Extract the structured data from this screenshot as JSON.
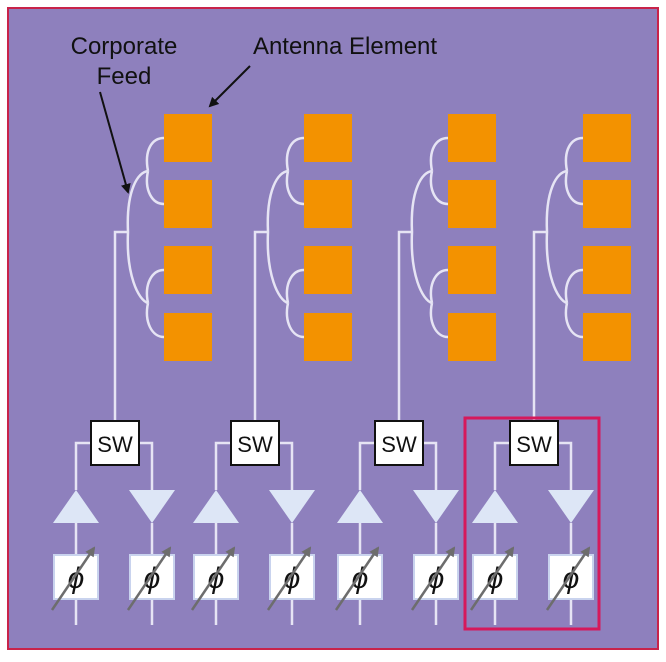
{
  "labels": {
    "corporate_feed_line1": "Corporate",
    "corporate_feed_line2": "Feed",
    "antenna_element": "Antenna Element",
    "switch": "SW",
    "phase_shifter": "ϕ"
  },
  "colors": {
    "background": "#8e80bd",
    "border": "#c8234a",
    "antenna": "#f39200",
    "feed_line": "#e6e4f4",
    "amplifier": "#dde6f6",
    "switch_fill": "#ffffff",
    "switch_stroke": "#111111",
    "highlight": "#d6195b",
    "annotation": "#111111",
    "phase_arrow": "#6d6d6d"
  },
  "columns": [
    {
      "id": "column-1",
      "antenna_count": 4,
      "highlighted": false
    },
    {
      "id": "column-2",
      "antenna_count": 4,
      "highlighted": false
    },
    {
      "id": "column-3",
      "antenna_count": 4,
      "highlighted": false
    },
    {
      "id": "column-4",
      "antenna_count": 4,
      "highlighted": true
    }
  ]
}
